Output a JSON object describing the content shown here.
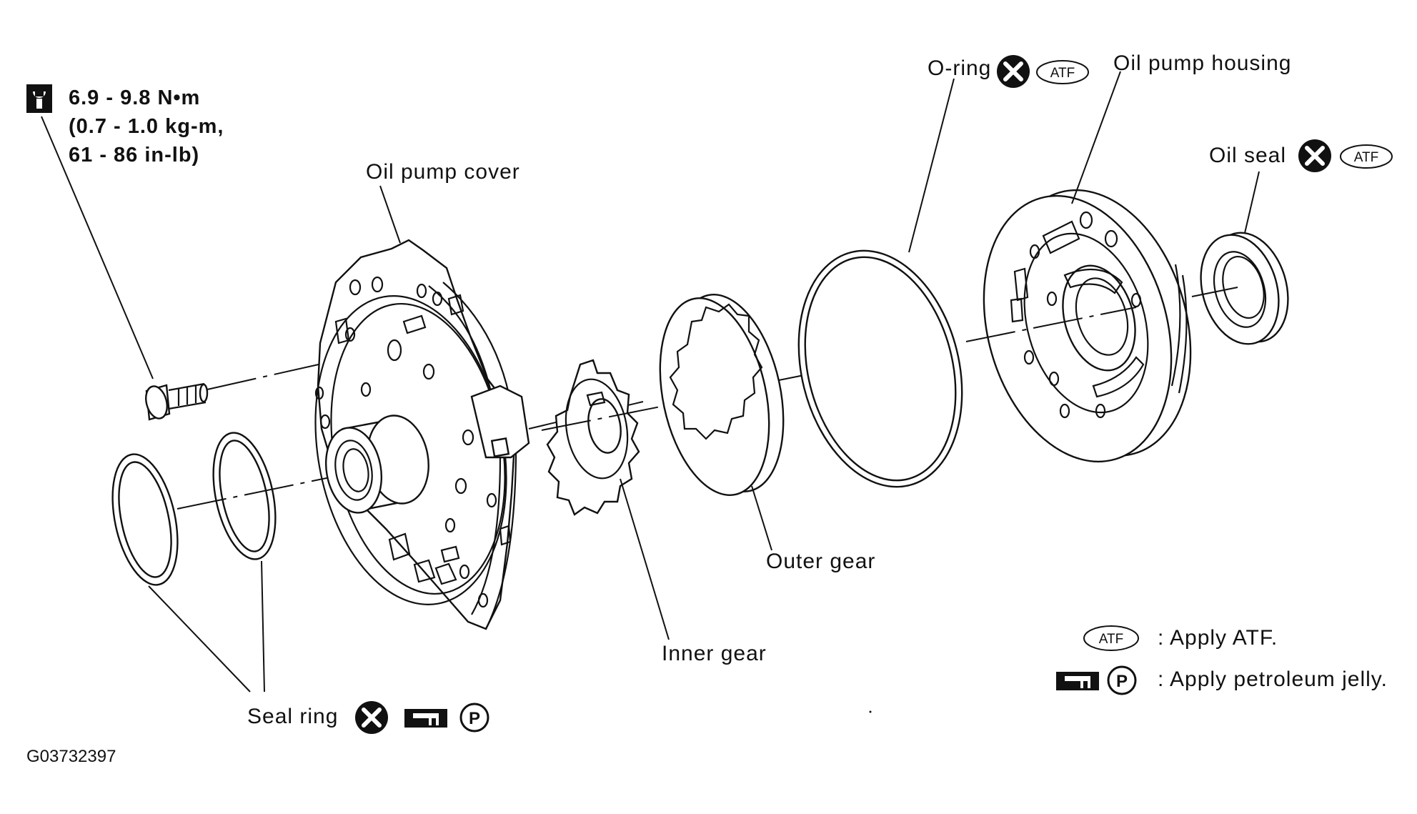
{
  "torque": {
    "line1": "6.9 - 9.8 N•m",
    "line2": "(0.7 - 1.0 kg-m,",
    "line3": "61 - 86 in-lb)"
  },
  "labels": {
    "oil_pump_cover": "Oil pump cover",
    "o_ring": "O-ring",
    "oil_pump_housing": "Oil pump housing",
    "oil_seal": "Oil seal",
    "outer_gear": "Outer gear",
    "inner_gear": "Inner gear",
    "seal_ring": "Seal ring"
  },
  "badges": {
    "atf": "ATF",
    "petroleum": "P"
  },
  "legend": {
    "atf_text": ": Apply ATF.",
    "jelly_text": ": Apply petroleum jelly."
  },
  "figure_code": "G03732397"
}
